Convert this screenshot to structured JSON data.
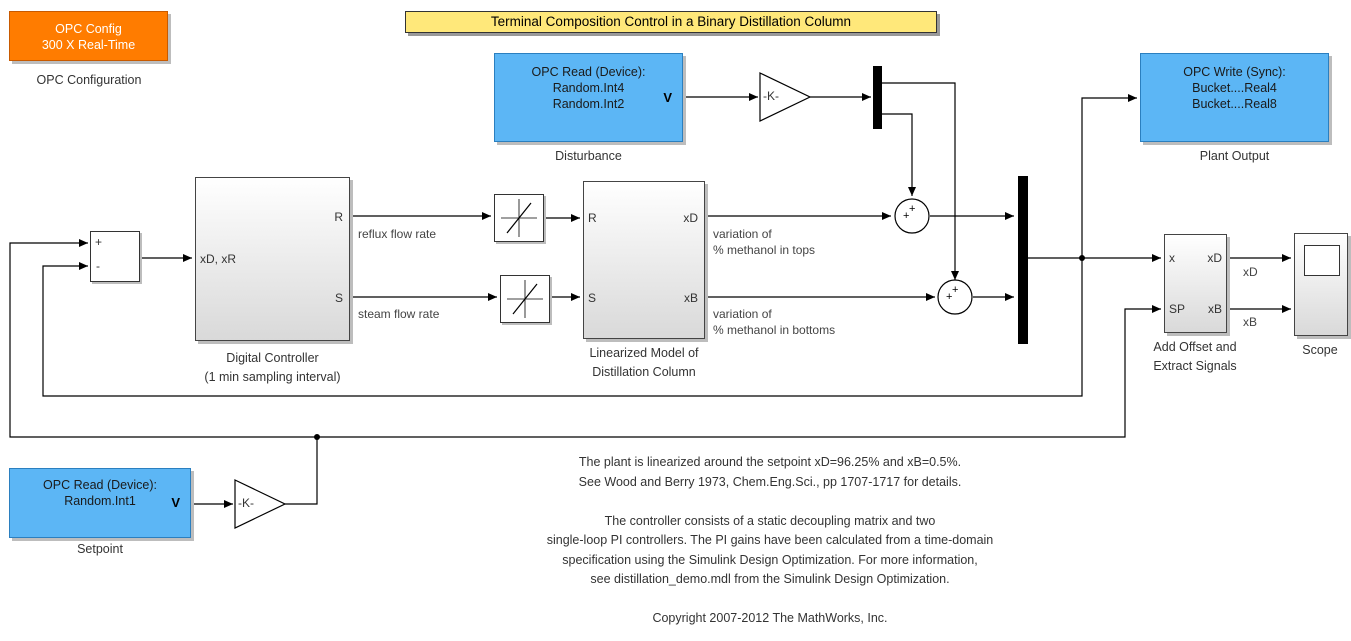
{
  "title": "Terminal Composition Control in a Binary Distillation Column",
  "opc_config": {
    "line1": "OPC Config",
    "line2": "300 X Real-Time",
    "caption": "OPC Configuration"
  },
  "disturbance": {
    "line1": "OPC Read (Device):",
    "line2": "Random.Int4",
    "line3": "Random.Int2",
    "port": "V",
    "caption": "Disturbance"
  },
  "plant_output": {
    "line1": "OPC Write (Sync):",
    "line2": "Bucket....Real4",
    "line3": "Bucket....Real8",
    "caption": "Plant Output"
  },
  "setpoint": {
    "line1": "OPC Read (Device):",
    "line2": "Random.Int1",
    "port": "V",
    "caption": "Setpoint"
  },
  "gain_label": "-K-",
  "sum": {
    "plus": "+",
    "minus": "-"
  },
  "controller": {
    "in_port": "xD, xR",
    "out_r": "R",
    "out_s": "S",
    "caption1": "Digital Controller",
    "caption2": "(1 min sampling interval)"
  },
  "model": {
    "in_r": "R",
    "in_s": "S",
    "out_xd": "xD",
    "out_xb": "xB",
    "caption1": "Linearized Model of",
    "caption2": "Distillation Column"
  },
  "signals": {
    "reflux": "reflux flow rate",
    "steam": "steam flow rate",
    "var_tops_1": "variation of",
    "var_tops_2": "% methanol in tops",
    "var_bottoms_1": "variation of",
    "var_bottoms_2": "% methanol in bottoms",
    "xd": "xD",
    "xb": "xB"
  },
  "offset_block": {
    "in_x": "x",
    "in_sp": "SP",
    "out_xd": "xD",
    "out_xb": "xB",
    "caption1": "Add Offset and",
    "caption2": "Extract Signals"
  },
  "scope": {
    "caption": "Scope"
  },
  "notes": {
    "l1": "The plant is linearized around the setpoint xD=96.25% and xB=0.5%.",
    "l2": "See Wood and Berry 1973, Chem.Eng.Sci., pp 1707-1717 for details.",
    "l3": "The controller consists of a static decoupling matrix and two",
    "l4": "single-loop PI controllers. The PI gains have been calculated from a time-domain",
    "l5": "specification using the Simulink Design Optimization. For more information,",
    "l6": "see distillation_demo.mdl from the Simulink Design Optimization.",
    "copyright": "Copyright 2007-2012 The MathWorks, Inc."
  }
}
